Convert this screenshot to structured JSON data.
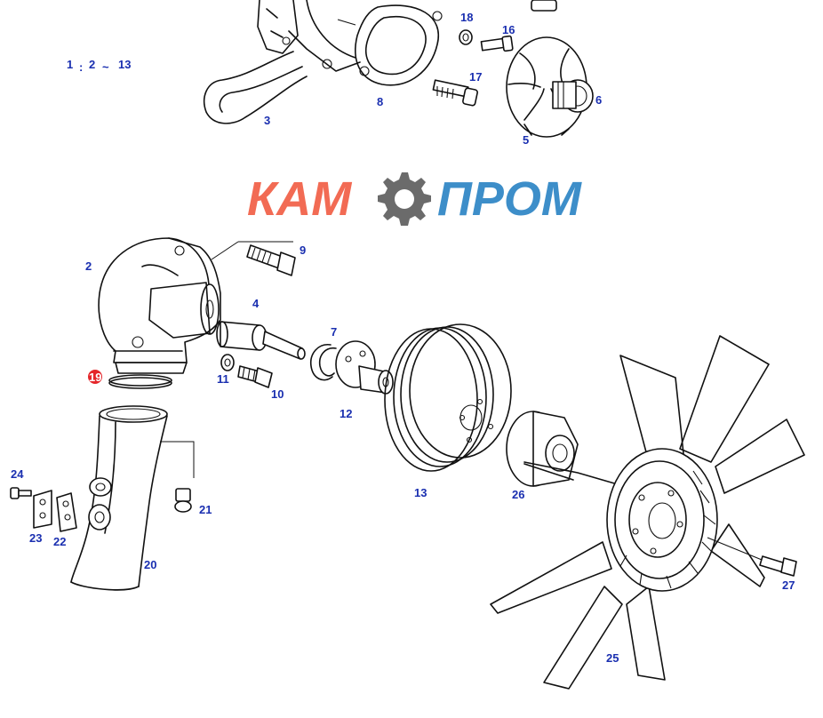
{
  "colors": {
    "label": "#1a2fb0",
    "brand_left": "#f26b54",
    "brand_right": "#3d8ec9",
    "gear": "#6b6b6b",
    "highlight": "#e4262a"
  },
  "logo": {
    "left_text": "КАМ",
    "right_text": "ПРОМ",
    "icon": "gear-icon"
  },
  "reference_note": {
    "a": "1",
    "sep": ":",
    "b": "2",
    "tilde": "~",
    "c": "13"
  },
  "callouts": {
    "p2": "2",
    "p3": "3",
    "p4": "4",
    "p5": "5",
    "p6": "6",
    "p7": "7",
    "p8": "8",
    "p9": "9",
    "p10": "10",
    "p11": "11",
    "p12": "12",
    "p13": "13",
    "p16": "16",
    "p17": "17",
    "p18": "18",
    "p19": "19",
    "p20": "20",
    "p21": "21",
    "p22": "22",
    "p23": "23",
    "p24": "24",
    "p25": "25",
    "p26": "26",
    "p27": "27"
  }
}
